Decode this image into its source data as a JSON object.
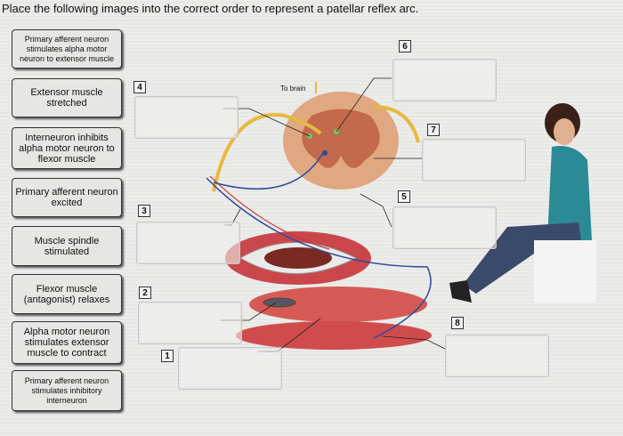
{
  "title": "Place the following images into the correct order to represent a patellar reflex arc.",
  "diagram_label": "To brain",
  "cards": [
    {
      "label": "Primary afferent neuron stimulates alpha motor neuron to extensor muscle"
    },
    {
      "label": "Extensor muscle stretched"
    },
    {
      "label": "Interneuron inhibits alpha motor neuron to flexor muscle"
    },
    {
      "label": "Primary afferent neuron excited"
    },
    {
      "label": "Muscle spindle stimulated"
    },
    {
      "label": "Flexor muscle (antagonist) relaxes"
    },
    {
      "label": "Alpha motor neuron stimulates extensor muscle to contract"
    },
    {
      "label": "Primary afferent neuron stimulates inhibitory interneuron"
    }
  ],
  "targets": [
    {
      "number": "4"
    },
    {
      "number": "6"
    },
    {
      "number": "7"
    },
    {
      "number": "5"
    },
    {
      "number": "3"
    },
    {
      "number": "2"
    },
    {
      "number": "8"
    },
    {
      "number": "1"
    }
  ]
}
